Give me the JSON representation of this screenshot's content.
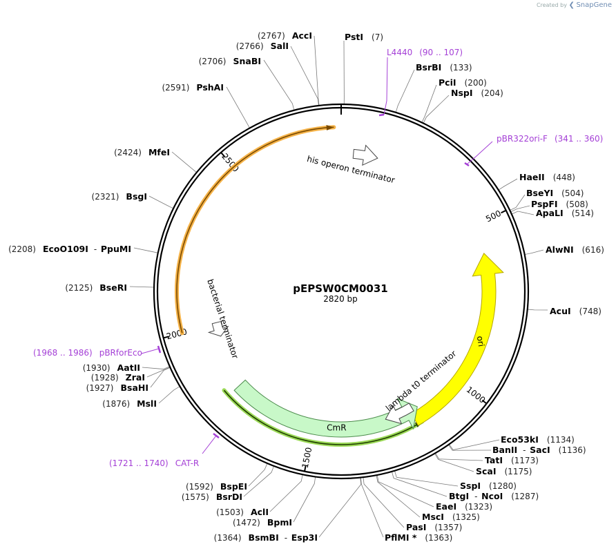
{
  "credit": {
    "created_by": "Created by",
    "brand": "SnapGene"
  },
  "plasmid": {
    "name": "pEPSW0CM0031",
    "length_label": "2820 bp",
    "length_bp": 2820
  },
  "backbone_ticks": [
    {
      "bp": 500,
      "label": "500"
    },
    {
      "bp": 1000,
      "label": "1000"
    },
    {
      "bp": 1500,
      "label": "1500"
    },
    {
      "bp": 2000,
      "label": "2000"
    },
    {
      "bp": 2500,
      "label": "2500"
    }
  ],
  "features": [
    {
      "name": "ori",
      "start": 588,
      "end": 1176,
      "direction": "reverse",
      "color": "#ffff00",
      "stroke": "#b5a500"
    },
    {
      "name": "CmR",
      "start": 1148,
      "end": 1780,
      "direction": "reverse",
      "color": "#c8f8c8",
      "stroke": "#4a8a4a"
    },
    {
      "name": "his operon terminator",
      "start": 40,
      "end": 120,
      "direction": "forward",
      "color": "#ffffff",
      "stroke": "#444444"
    },
    {
      "name": "bacterial terminator",
      "start": 1955,
      "end": 2005,
      "direction": "reverse",
      "color": "#ffffff",
      "stroke": "#444444"
    },
    {
      "name": "lambda t0 terminator",
      "start": 1165,
      "end": 1260,
      "direction": "forward",
      "color": "#ffffff",
      "stroke": "#444444"
    }
  ],
  "orf_arcs": [
    {
      "start": 2000,
      "end": 2800,
      "direction": "forward",
      "color": "#f5b349",
      "core": "#7a4a00"
    },
    {
      "start": 1160,
      "end": 1800,
      "direction": "reverse",
      "color": "#9bd957",
      "core": "#1f3d00"
    }
  ],
  "primers": [
    {
      "name": "L4440",
      "range": "(90 .. 107)",
      "color": "#a43fd6"
    },
    {
      "name": "pBR322ori-F",
      "range": "(341 .. 360)",
      "color": "#a43fd6"
    },
    {
      "name": "pBRforEco",
      "range": "(1968 .. 1986)",
      "color": "#a43fd6"
    },
    {
      "name": "CAT-R",
      "range": "(1721 .. 1740)",
      "color": "#a43fd6"
    }
  ],
  "sites": [
    {
      "pos": "(7)",
      "name": "PstI",
      "bp": 7
    },
    {
      "pos": "(133)",
      "name": "BsrBI",
      "bp": 133
    },
    {
      "pos": "(200)",
      "name": "PciI",
      "bp": 200
    },
    {
      "pos": "(204)",
      "name": "NspI",
      "bp": 204
    },
    {
      "pos": "(448)",
      "name": "HaeII",
      "bp": 448
    },
    {
      "pos": "(504)",
      "name": "BseYI",
      "bp": 504
    },
    {
      "pos": "(508)",
      "name": "PspFI",
      "bp": 508
    },
    {
      "pos": "(514)",
      "name": "ApaLI",
      "bp": 514
    },
    {
      "pos": "(616)",
      "name": "AlwNI",
      "bp": 616
    },
    {
      "pos": "(748)",
      "name": "AcuI",
      "bp": 748
    },
    {
      "pos": "(1134)",
      "name": "Eco53kI",
      "bp": 1134
    },
    {
      "pos": "(1136)",
      "name": "BanII",
      "name2": "SacI",
      "bp": 1136
    },
    {
      "pos": "(1173)",
      "name": "TatI",
      "bp": 1173
    },
    {
      "pos": "(1175)",
      "name": "ScaI",
      "bp": 1175
    },
    {
      "pos": "(1280)",
      "name": "SspI",
      "bp": 1280
    },
    {
      "pos": "(1287)",
      "name": "BtgI",
      "name2": "NcoI",
      "bp": 1287
    },
    {
      "pos": "(1323)",
      "name": "EaeI",
      "bp": 1323
    },
    {
      "pos": "(1325)",
      "name": "MscI",
      "bp": 1325
    },
    {
      "pos": "(1357)",
      "name": "PasI",
      "bp": 1357
    },
    {
      "pos": "(1363)",
      "name": "PflMI *",
      "bp": 1363
    },
    {
      "pos": "(1364)",
      "name": "BsmBI",
      "name2": "Esp3I",
      "bp": 1364
    },
    {
      "pos": "(1472)",
      "name": "BpmI",
      "bp": 1472
    },
    {
      "pos": "(1503)",
      "name": "AclI",
      "bp": 1503
    },
    {
      "pos": "(1575)",
      "name": "BsrDI",
      "bp": 1575
    },
    {
      "pos": "(1592)",
      "name": "BspEI",
      "bp": 1592
    },
    {
      "pos": "(1876)",
      "name": "MslI",
      "bp": 1876
    },
    {
      "pos": "(1927)",
      "name": "BsaHI",
      "bp": 1927
    },
    {
      "pos": "(1928)",
      "name": "ZraI",
      "bp": 1928
    },
    {
      "pos": "(1930)",
      "name": "AatII",
      "bp": 1930
    },
    {
      "pos": "(2125)",
      "name": "BseRI",
      "bp": 2125
    },
    {
      "pos": "(2208)",
      "name": "EcoO109I",
      "name2": "PpuMI",
      "bp": 2208
    },
    {
      "pos": "(2321)",
      "name": "BsgI",
      "bp": 2321
    },
    {
      "pos": "(2424)",
      "name": "MfeI",
      "bp": 2424
    },
    {
      "pos": "(2591)",
      "name": "PshAI",
      "bp": 2591
    },
    {
      "pos": "(2706)",
      "name": "SnaBI",
      "bp": 2706
    },
    {
      "pos": "(2766)",
      "name": "SalI",
      "bp": 2766
    },
    {
      "pos": "(2767)",
      "name": "AccI",
      "bp": 2767
    }
  ]
}
